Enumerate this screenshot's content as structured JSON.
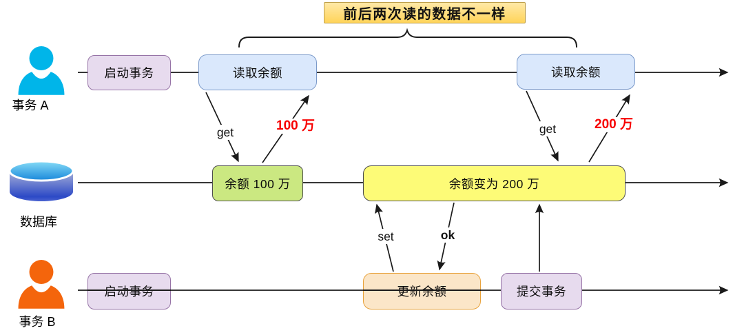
{
  "callout": {
    "text": "前后两次读的数据不一样"
  },
  "actors": {
    "a": {
      "label": "事务 A"
    },
    "db": {
      "label": "数据库"
    },
    "b": {
      "label": "事务 B"
    }
  },
  "nodes": {
    "a_start": {
      "label": "启动事务"
    },
    "a_read1": {
      "label": "读取余额"
    },
    "a_read2": {
      "label": "读取余额"
    },
    "db_v1": {
      "label": "余额 100 万"
    },
    "db_v2": {
      "label": "余额变为 200 万"
    },
    "b_start": {
      "label": "启动事务"
    },
    "b_update": {
      "label": "更新余额"
    },
    "b_commit": {
      "label": "提交事务"
    }
  },
  "arrow_labels": {
    "get1": "get",
    "ret1": "100 万",
    "get2": "get",
    "ret2": "200 万",
    "set": "set",
    "ok": "ok"
  },
  "colors": {
    "lavender_fill": "#E7DBEE",
    "lavender_stroke": "#9673A6",
    "blue_fill": "#DAE8FC",
    "blue_stroke": "#7A99C9",
    "green_fill": "#CBE881",
    "yellow_fill": "#FDFB77",
    "neutral_stroke": "#4D4D4D",
    "orange_fill": "#FBE6C8",
    "orange_stroke": "#E8A33D",
    "callout_fill": "#FFD45A",
    "callout_fill_light": "#FFE9A6",
    "callout_stroke": "#BD9E4B",
    "red": "#F70000",
    "line": "#1A1A1A",
    "person_a": "#00B5E9",
    "person_b": "#F4650C"
  }
}
